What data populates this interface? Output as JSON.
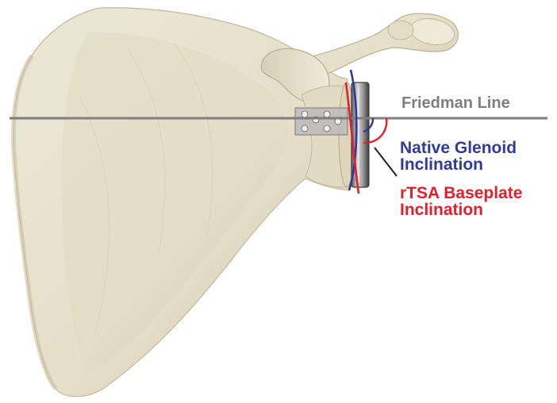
{
  "labels": {
    "friedman_line": "Friedman Line",
    "native_glenoid": [
      "Native Glenoid",
      "Inclination"
    ],
    "rtsa_baseplate": [
      "rTSA Baseplate",
      "Inclination"
    ]
  },
  "colors": {
    "bone_fill": "#e8e2cf",
    "bone_shadow": "#cfc6ac",
    "bone_outline": "#b8ad90",
    "friedman_line": "#7e7e7e",
    "native_glenoid": "#2f3a9c",
    "rtsa_baseplate": "#e0202a",
    "baseplate_metal": "#8a8a8a",
    "background": "#ffffff"
  }
}
